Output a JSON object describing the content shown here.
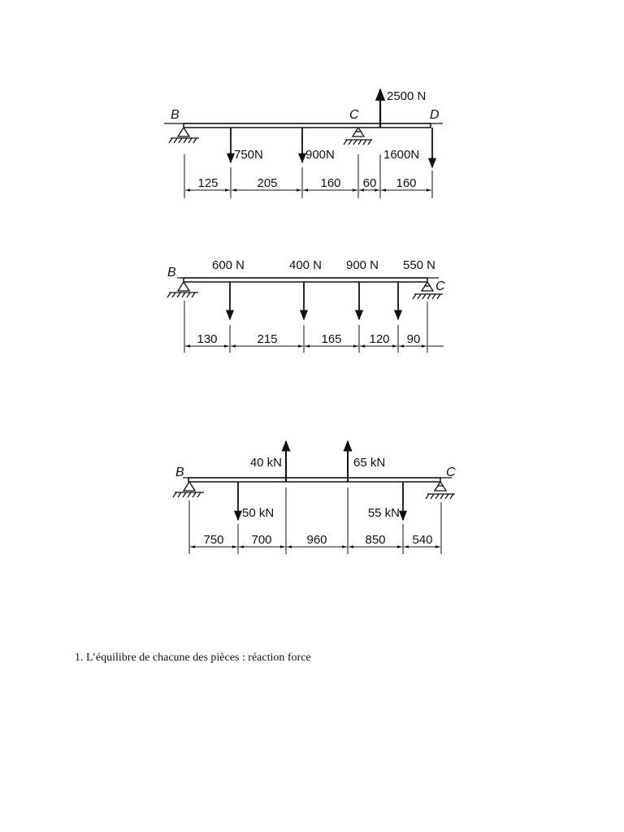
{
  "caption": "1. L’équilibre de chacune des pièces : réaction force",
  "beams": [
    {
      "id": "beam-1",
      "labels": {
        "B": "B",
        "C": "C",
        "D": "D"
      },
      "loads": [
        "2500 N",
        "750N",
        "900N",
        "1600N"
      ],
      "dims": [
        "125",
        "205",
        "160",
        "60",
        "160"
      ]
    },
    {
      "id": "beam-2",
      "labels": {
        "B": "B",
        "C": "C"
      },
      "loads": [
        "600 N",
        "400 N",
        "900 N",
        "550 N"
      ],
      "dims": [
        "130",
        "215",
        "165",
        "120",
        "90"
      ]
    },
    {
      "id": "beam-3",
      "labels": {
        "B": "B",
        "C": "C"
      },
      "loads": [
        "40 kN",
        "65 kN",
        "50 kN",
        "55 kN"
      ],
      "dims": [
        "750",
        "700",
        "960",
        "850",
        "540"
      ]
    }
  ]
}
